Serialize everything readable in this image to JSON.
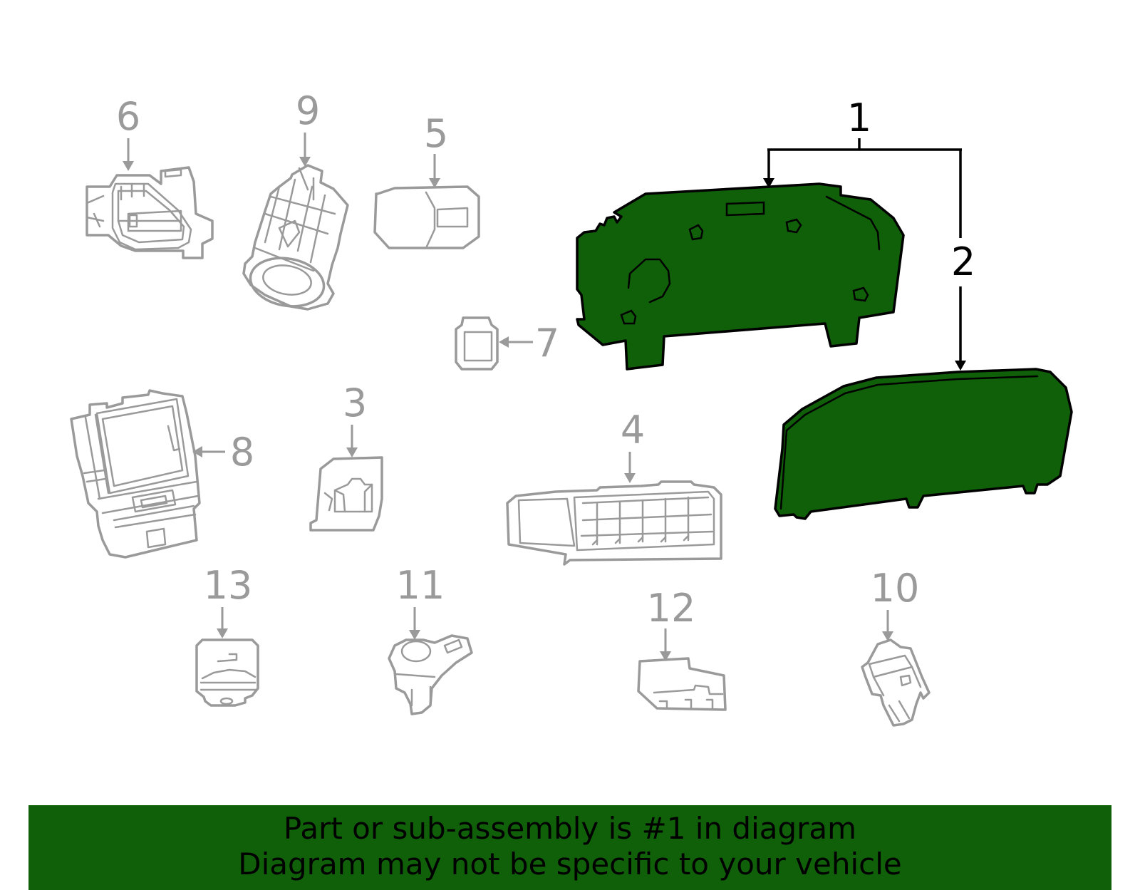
{
  "colors": {
    "highlight": "#10600a",
    "outline_gray": "#9a9a9a",
    "outline_black": "#000000",
    "banner": "#10600a"
  },
  "callouts": {
    "c1": "1",
    "c2": "2",
    "c3": "3",
    "c4": "4",
    "c5": "5",
    "c6": "6",
    "c7": "7",
    "c8": "8",
    "c9": "9",
    "c10": "10",
    "c11": "11",
    "c12": "12",
    "c13": "13"
  },
  "highlighted_parts": [
    "1",
    "2"
  ],
  "banner": {
    "line1": "Part or sub-assembly is #1 in diagram",
    "line2": "Diagram may not be specific to your vehicle"
  }
}
